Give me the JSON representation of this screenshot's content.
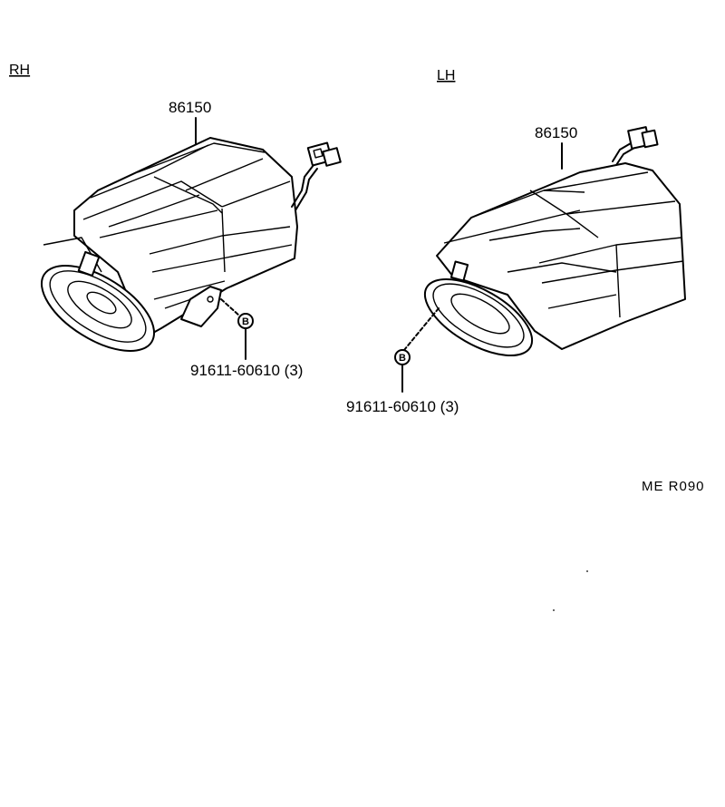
{
  "diagram": {
    "rh": {
      "side_label": "RH",
      "part_label": "86150",
      "bolt_symbol": "B",
      "fastener_label": "91611-60610 (3)"
    },
    "lh": {
      "side_label": "LH",
      "part_label": "86150",
      "bolt_symbol": "B",
      "fastener_label": "91611-60610 (3)"
    },
    "figure_code": "ME R090"
  }
}
